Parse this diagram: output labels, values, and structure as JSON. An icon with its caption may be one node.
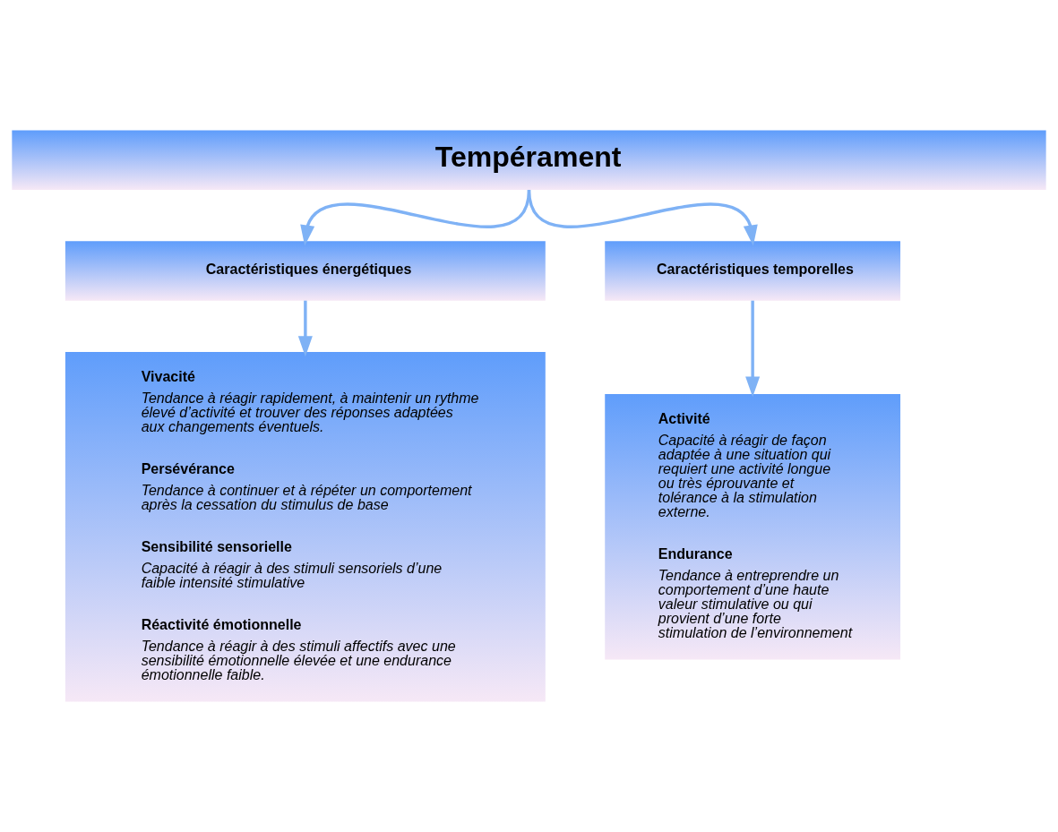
{
  "diagram": {
    "nodes": [
      {
        "text": [
          "Tempérament"
        ]
      },
      {
        "text": [
          "Caractéristiques énergétiques"
        ]
      },
      {
        "text": [
          "Caractéristiques temporelles"
        ]
      },
      {
        "text": [
          "Vivacité",
          "Tendance à réagir rapidement, à maintenir un rythme élevé d’activité et trouver des réponses adaptées aux changements éventuels.",
          "Persévérance",
          "Tendance à continuer et à répéter un comportement après la cessation du stimulus de base",
          "Sensibilité sensorielle",
          "Capacité à réagir à des stimuli sensoriels d’une faible intensité stimulative",
          "Réactivité émotionnelle",
          "Tendance à réagir à des stimuli affectifs avec une sensibilité émotionnelle élevée et une endurance émotionnelle faible."
        ]
      },
      {
        "text": [
          "Activité",
          "Capacité à réagir de façon adaptée à une situation qui requiert une activité longue ou très éprouvante et tolérance à la stimulation externe.",
          "Endurance",
          "Tendance à entreprendre un comportement d’une haute valeur stimulative ou qui provient d’une forte stimulation de l’environnement"
        ]
      }
    ],
    "edges": [
      {
        "from": 0,
        "to": 1,
        "arrow": "to"
      },
      {
        "from": 0,
        "to": 2,
        "arrow": "to"
      },
      {
        "from": 1,
        "to": 3,
        "arrow": "to"
      },
      {
        "from": 2,
        "to": 4,
        "arrow": "to"
      }
    ]
  }
}
